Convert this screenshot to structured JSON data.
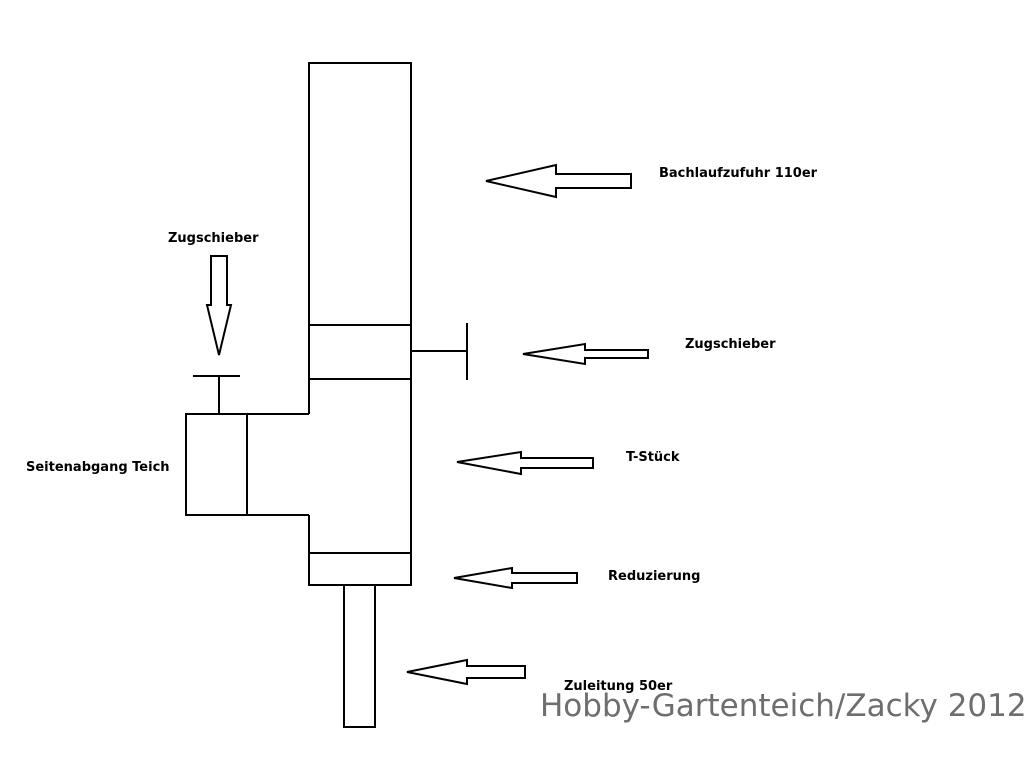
{
  "labels": {
    "bachlaufzufuhr": "Bachlaufzufuhr 110er",
    "zugschieber_left": "Zugschieber",
    "zugschieber_right": "Zugschieber",
    "seitenabgang": "Seitenabgang Teich",
    "t_stueck": "T-Stück",
    "reduzierung": "Reduzierung",
    "zuleitung": "Zuleitung 50er"
  },
  "watermark": "Hobby-Gartenteich/Zacky 2012"
}
